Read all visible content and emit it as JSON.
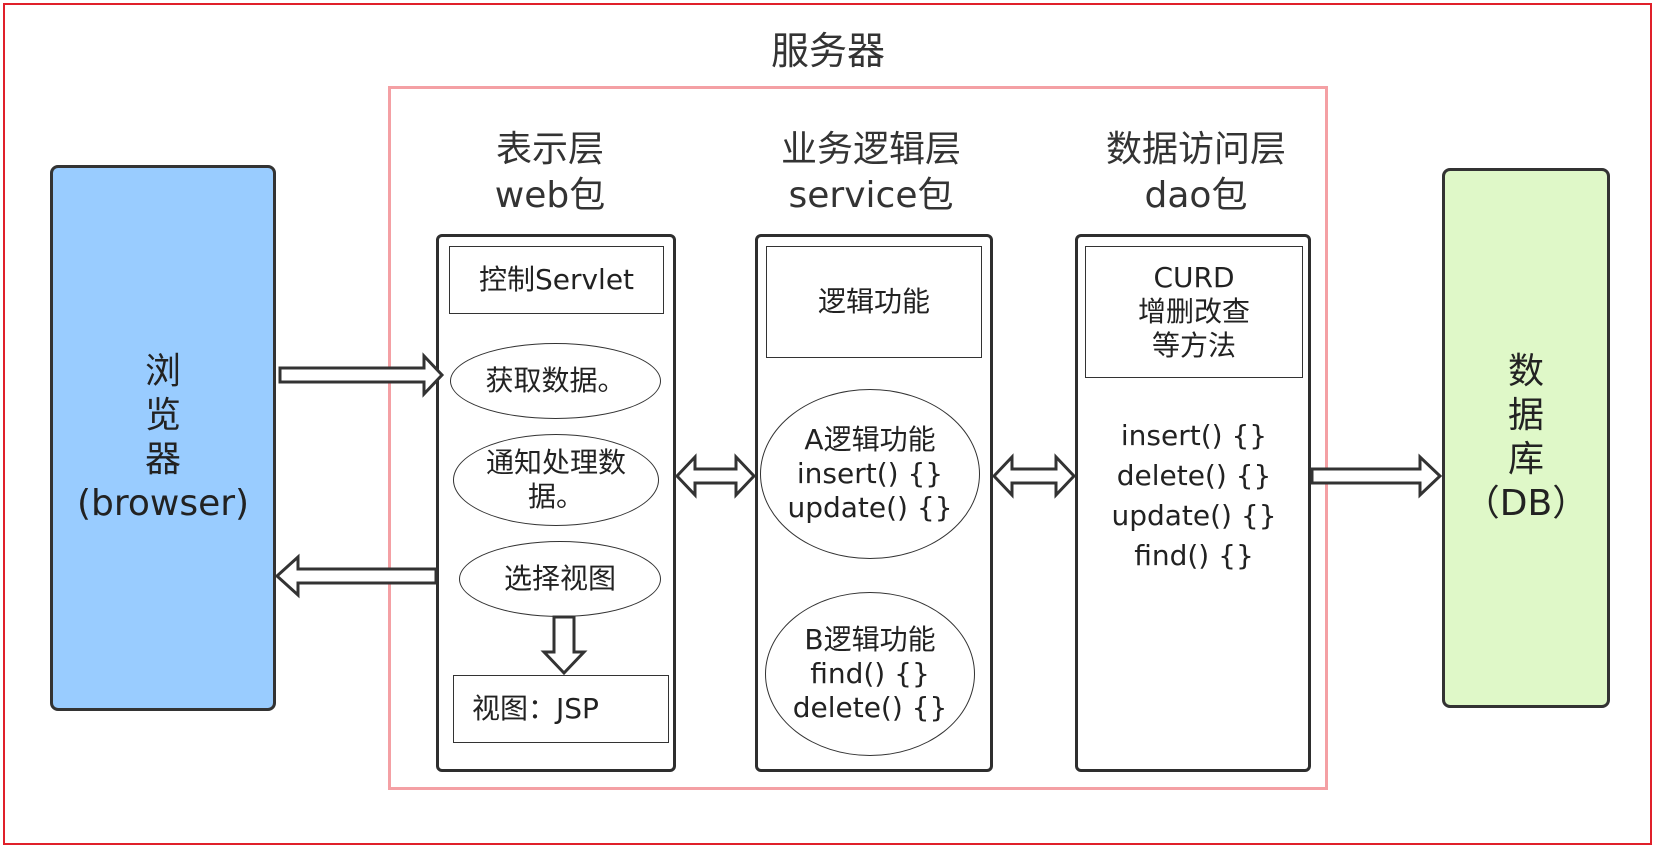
{
  "server_title": "服务器",
  "browser": {
    "lines": [
      "浏",
      "览",
      "器",
      "(browser)"
    ]
  },
  "database": {
    "lines": [
      "数",
      "据",
      "库",
      "（DB）"
    ]
  },
  "presentation_layer": {
    "heading": [
      "表示层",
      "web包"
    ],
    "servlet_label": "控制Servlet",
    "steps": [
      "获取数据。",
      "通知处理数",
      "据。",
      "选择视图"
    ],
    "view_label": "视图：JSP"
  },
  "service_layer": {
    "heading": [
      "业务逻辑层",
      "service包"
    ],
    "logic_label": "逻辑功能",
    "logic_a": [
      "A逻辑功能",
      "insert() {}",
      "update() {}"
    ],
    "logic_b": [
      "B逻辑功能",
      "find() {}",
      "delete() {}"
    ]
  },
  "dao_layer": {
    "heading": [
      "数据访问层",
      "dao包"
    ],
    "curd_label": [
      "CURD",
      "增删改查",
      "等方法"
    ],
    "methods": [
      "insert() {}",
      "delete() {}",
      "update() {}",
      "find() {}"
    ]
  },
  "colors": {
    "outer_frame": "#e0202a",
    "server_frame": "#f4a0a4",
    "browser_fill": "#99ccff",
    "db_fill": "#dff8c8"
  }
}
